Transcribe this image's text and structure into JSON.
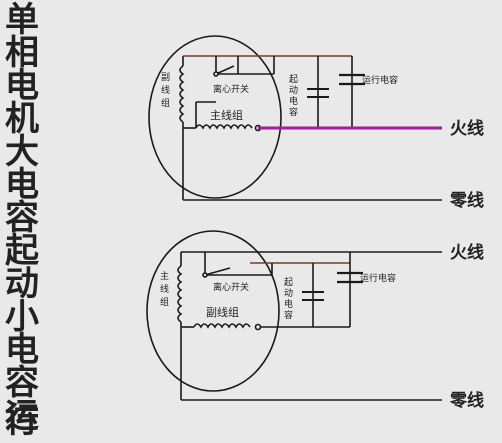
{
  "title_chars": [
    "单",
    "相",
    "电",
    "机",
    "大",
    "电",
    "容",
    "起",
    "动",
    "小",
    "电",
    "容",
    "运",
    "行"
  ],
  "top": {
    "aux_winding": [
      "副",
      "线",
      "组"
    ],
    "main_winding": "主线组",
    "switch": "离心开关",
    "start_cap": [
      "起",
      "动",
      "电",
      "容"
    ],
    "run_cap": "运行电容",
    "live": "火线",
    "neutral": "零线"
  },
  "bottom": {
    "main_winding": [
      "主",
      "线",
      "组"
    ],
    "aux_winding": "副线组",
    "switch": "离心开关",
    "start_cap": [
      "起",
      "动",
      "电",
      "容"
    ],
    "run_cap": "运行电容",
    "live": "火线",
    "neutral": "零线"
  },
  "colors": {
    "wire": "#1a1a1a",
    "highlight": "#a020a0",
    "brown": "#7a3a2a",
    "background": "#e9e9e9"
  }
}
